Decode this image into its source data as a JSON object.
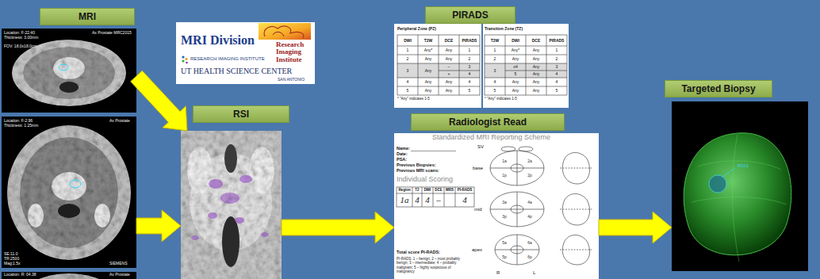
{
  "diagram": {
    "nodes": [
      {
        "text": [
          "MRI",
          "Location: F-22.40",
          "Thickness: 3.00mm",
          "FOV: 18.0x18.0cm",
          "Ax Prostate MRC2015",
          "Location: F-2.96",
          "Thickness: 1.25mm",
          "Ax Prostate",
          "SE:11.0",
          "TR:2500",
          "Mag:1.5x",
          "SIEMENS",
          "Location: R: 04.38",
          "Ax Prostate"
        ]
      },
      {
        "text": [
          "MRI Division",
          "Research Imaging Institute",
          "RESEARCH IMAGING INSTITUTE",
          "UT HEALTH SCIENCE CENTER",
          "SAN ANTONIO"
        ]
      },
      {
        "text": [
          "RSI"
        ]
      },
      {
        "text": [
          "PIRADS",
          "Peripheral Zone (PZ)",
          "Transition Zone (TZ)"
        ]
      },
      {
        "text": [
          "Radiologist Read",
          "Standardized MRI Reporting Scheme",
          "Name:",
          "Date:",
          "PSA:",
          "Previous Biopsies:",
          "Previous MRI scans:",
          "Individual Scoring",
          "Total score PI-RADS:",
          "PI-RADS: 1 – benign; 2 – most probably benign; 3 – intermediate; 4 – probably malignant; 5 – highly suspicious of malignancy"
        ]
      },
      {
        "text": [
          "Targeted Biopsy",
          "ROI1"
        ]
      }
    ],
    "edges": [
      {
        "from": 0,
        "to": 2,
        "arrow": "to"
      },
      {
        "from": 0,
        "to": 2,
        "arrow": "to"
      },
      {
        "from": 2,
        "to": 4,
        "arrow": "to"
      },
      {
        "from": 4,
        "to": 5,
        "arrow": "to"
      }
    ],
    "labels": [
      "DWI",
      "T2W",
      "DCE",
      "PIRADS",
      "1",
      "Any*",
      "Any",
      "1",
      "2",
      "Any",
      "Any",
      "2",
      "3",
      "Any",
      "–",
      "3",
      "+",
      "4",
      "4",
      "Any",
      "Any",
      "4",
      "5",
      "Any",
      "Any",
      "5",
      "* \"Any\" indicates 1-5",
      "T2W",
      "DWI",
      "DCE",
      "PIRADS",
      "1",
      "Any*",
      "Any",
      "1",
      "2",
      "Any",
      "Any",
      "2",
      "3",
      "≤4",
      "Any",
      "3",
      "5",
      "Any",
      "4",
      "4",
      "Any",
      "Any",
      "4",
      "5",
      "Any",
      "Any",
      "5",
      "* \"Any\" indicates 1-5",
      "Region",
      "T2",
      "DWI",
      "DCE",
      "MRS",
      "PI-RADS",
      "1a",
      "4",
      "4",
      "–",
      "4",
      "SV",
      "base",
      "mid",
      "apex",
      "R",
      "L",
      "1a",
      "2a",
      "1p",
      "2p",
      "3a",
      "4a",
      "3p",
      "4p",
      "5a",
      "6a",
      "5p",
      "6p"
    ]
  }
}
